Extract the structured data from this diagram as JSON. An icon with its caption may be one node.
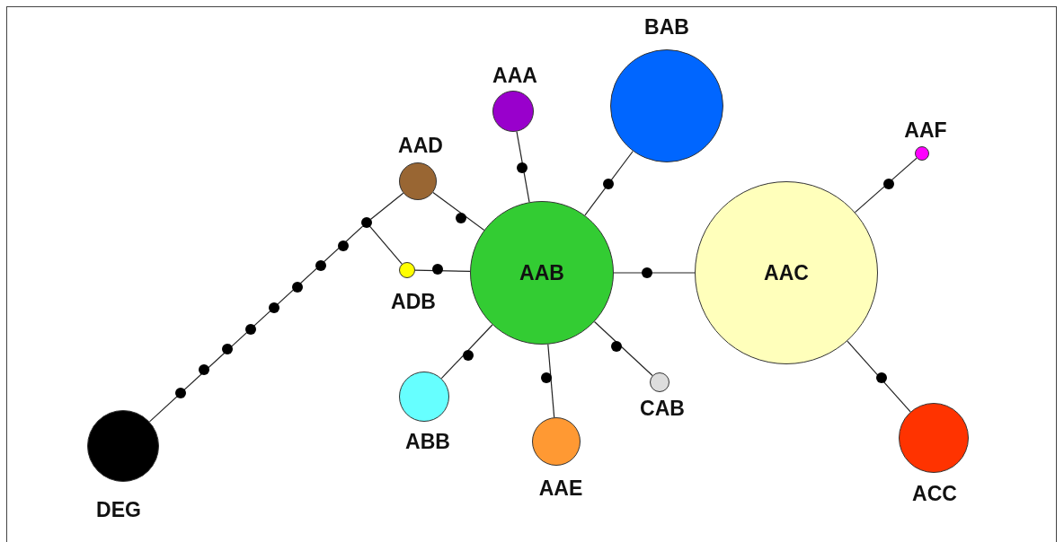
{
  "diagram": {
    "nodes": [
      {
        "text": [],
        "shape": "circle",
        "beside": [
          "BAB"
        ]
      },
      {
        "text": [],
        "shape": "circle",
        "beside": [
          "AAA"
        ]
      },
      {
        "text": [],
        "shape": "circle",
        "beside": [
          "AAF"
        ]
      },
      {
        "text": [],
        "shape": "circle",
        "beside": [
          "AAD"
        ]
      },
      {
        "text": [],
        "shape": "circle"
      },
      {
        "text": [
          "AAB"
        ]
      },
      {
        "text": [
          "AAC"
        ]
      },
      {
        "text": [],
        "shape": "circle",
        "beside": [
          "ADB"
        ]
      },
      {
        "text": [],
        "shape": "circle",
        "beside": [
          "CAB"
        ]
      },
      {
        "text": [],
        "shape": "circle",
        "beside": [
          "ABB"
        ]
      },
      {
        "text": [],
        "shape": "circle",
        "beside": [
          "ACC"
        ]
      },
      {
        "text": [],
        "shape": "circle",
        "beside": [
          "AAE"
        ]
      },
      {
        "text": [],
        "shape": "circle",
        "beside": [
          "DEG"
        ]
      }
    ],
    "edges": [
      {
        "from": 12,
        "to": 4,
        "arrow": "none"
      },
      {
        "from": 4,
        "to": 3,
        "arrow": "none"
      },
      {
        "from": 4,
        "to": 7,
        "arrow": "none"
      },
      {
        "from": 3,
        "to": 5,
        "arrow": "none"
      },
      {
        "from": 7,
        "to": 5,
        "arrow": "none"
      },
      {
        "from": 1,
        "to": 5,
        "arrow": "none"
      },
      {
        "from": 0,
        "to": 5,
        "arrow": "none"
      },
      {
        "from": 5,
        "to": 6,
        "arrow": "none"
      },
      {
        "from": 6,
        "to": 2,
        "arrow": "none"
      },
      {
        "from": 6,
        "to": 10,
        "arrow": "none"
      },
      {
        "from": 5,
        "to": 9,
        "arrow": "none"
      },
      {
        "from": 5,
        "to": 11,
        "arrow": "none"
      },
      {
        "from": 5,
        "to": 8,
        "arrow": "none"
      }
    ]
  }
}
